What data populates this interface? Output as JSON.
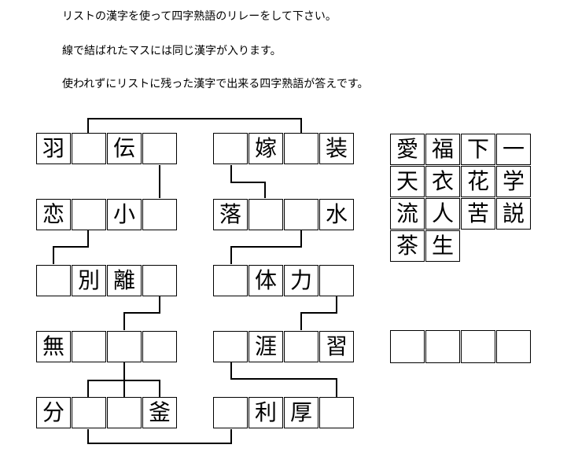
{
  "instructions": [
    "リストの漢字を使って四字熟語のリレーをして下さい。",
    "線で結ばれたマスには同じ漢字が入ります。",
    "使われずにリストに残った漢字で出来る四字熟語が答えです。"
  ],
  "puzzle_left": [
    [
      "羽",
      "",
      "伝",
      ""
    ],
    [
      "恋",
      "",
      "小",
      ""
    ],
    [
      "",
      "別",
      "離",
      ""
    ],
    [
      "無",
      "",
      "",
      ""
    ],
    [
      "分",
      "",
      "",
      "釜"
    ]
  ],
  "puzzle_right": [
    [
      "",
      "嫁",
      "",
      "装"
    ],
    [
      "落",
      "",
      "",
      "水"
    ],
    [
      "",
      "体",
      "力",
      ""
    ],
    [
      "",
      "涯",
      "",
      "習"
    ],
    [
      "",
      "利",
      "厚",
      ""
    ]
  ],
  "kanji_list": [
    [
      "愛",
      "福",
      "下",
      "一"
    ],
    [
      "天",
      "衣",
      "花",
      "学"
    ],
    [
      "流",
      "人",
      "苦",
      "説"
    ],
    [
      "茶",
      "生"
    ]
  ],
  "answer": [
    "",
    "",
    "",
    ""
  ]
}
